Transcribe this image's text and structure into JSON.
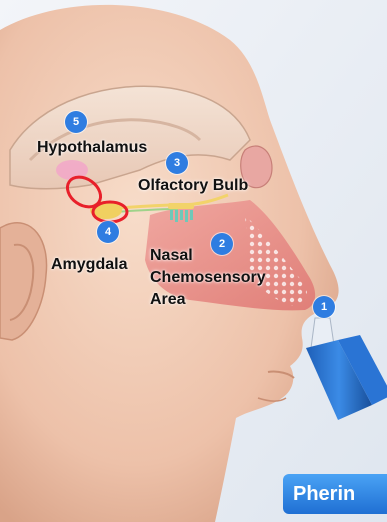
{
  "labels": {
    "hypothalamus": "Hypothalamus",
    "olfactory_bulb": "Olfactory Bulb",
    "amygdala": "Amygdala",
    "nasal_line1": "Nasal",
    "nasal_line2": "Chemosensory",
    "nasal_line3": "Area"
  },
  "badges": {
    "b1": "1",
    "b2": "2",
    "b3": "3",
    "b4": "4",
    "b5": "5"
  },
  "brand_text": "Pherin",
  "colors": {
    "badge": "#2f7de1",
    "skin": "#f1c9b4",
    "tissue": "#e39a93",
    "highlight": "#e8202a",
    "brand": "#1f6fd3"
  }
}
